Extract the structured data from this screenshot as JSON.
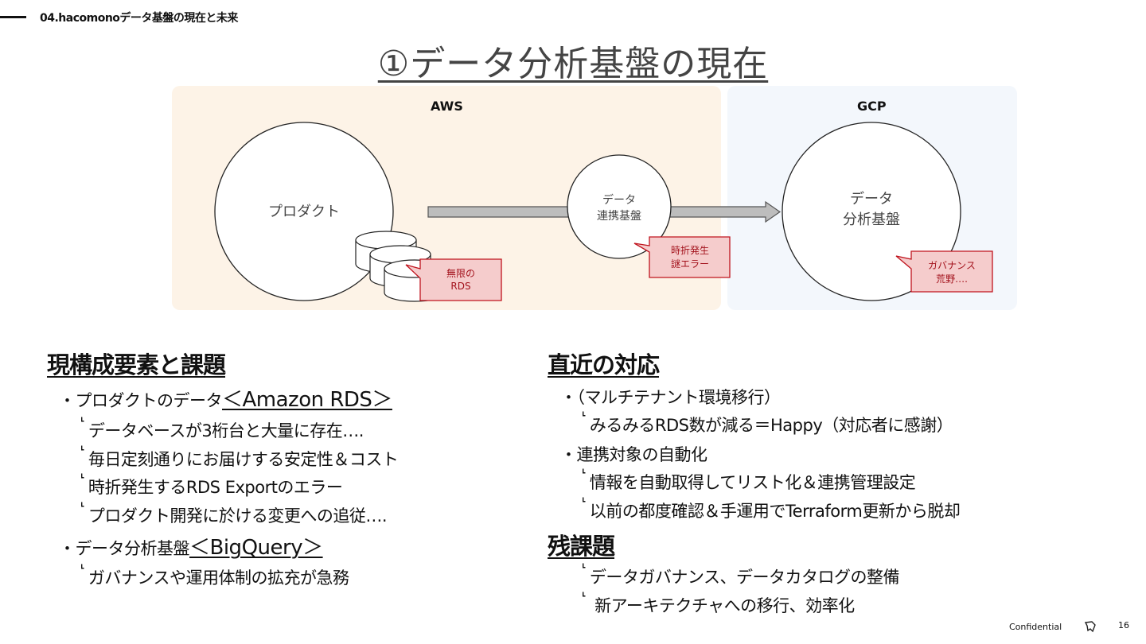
{
  "header": {
    "section": "04.hacomonoデータ基盤の現在と未来",
    "title": "①データ分析基盤の現在"
  },
  "diagram": {
    "aws_label": "AWS",
    "gcp_label": "GCP",
    "product_label": "プロダクト",
    "integration_line1": "データ",
    "integration_line2": "連携基盤",
    "analytics_line1": "データ",
    "analytics_line2": "分析基盤",
    "callout_rds_line1": "無限の",
    "callout_rds_line2": "RDS",
    "callout_error_line1": "時折発生",
    "callout_error_line2": "謎エラー",
    "callout_gov_line1": "ガバナンス",
    "callout_gov_line2": "荒野…."
  },
  "left": {
    "heading": "現構成要素と課題",
    "bullet1_prefix": "・プロダクトのデータ",
    "bullet1_em": "＜Amazon RDS＞",
    "bullet1_subs": [
      "データベースが3桁台と大量に存在….",
      "毎日定刻通りにお届けする安定性＆コスト",
      "時折発生するRDS Exportのエラー",
      "プロダクト開発に於ける変更への追従…."
    ],
    "bullet2_prefix": "・データ分析基盤",
    "bullet2_em": "＜BigQuery＞",
    "bullet2_subs": [
      "ガバナンスや運用体制の拡充が急務"
    ]
  },
  "right": {
    "heading1": "直近の対応",
    "bullet1": "・（マルチテナント環境移行）",
    "bullet1_subs": [
      "みるみるRDS数が減る＝Happy（対応者に感謝）"
    ],
    "bullet2": "・連携対象の自動化",
    "bullet2_subs": [
      "情報を自動取得してリスト化＆連携管理設定",
      "以前の都度確認＆手運用でTerraform更新から脱却"
    ],
    "heading2": "残課題",
    "remaining_subs": [
      "データガバナンス、データカタログの整備",
      " 新アーキテクチャへの移行、効率化"
    ]
  },
  "footer": {
    "confidential": "Confidential",
    "page": "16"
  },
  "colors": {
    "aws_panel": "#fdf3e7",
    "gcp_panel": "#f3f7fc",
    "callout_fill": "#f5cccc",
    "callout_border": "#c0141e",
    "arrow_fill": "#bdbdbd"
  }
}
